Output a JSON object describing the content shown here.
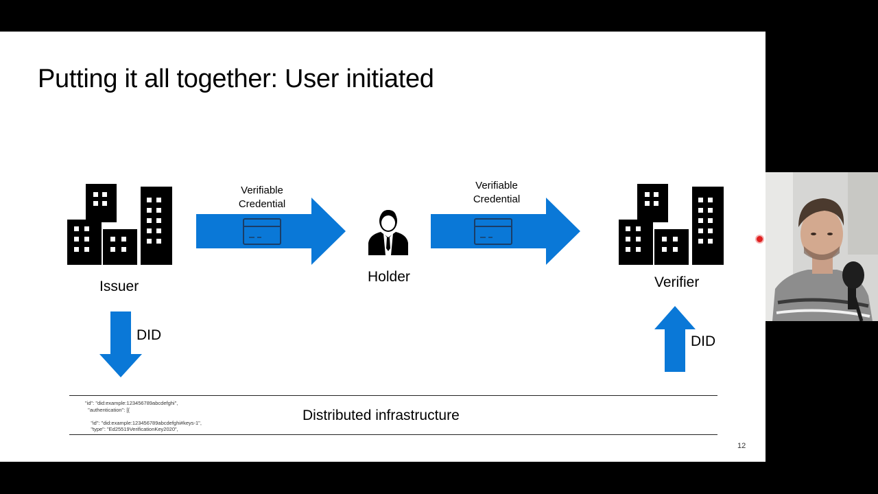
{
  "slide": {
    "title": "Putting it all together: User initiated",
    "issuer_label": "Issuer",
    "holder_label": "Holder",
    "verifier_label": "Verifier",
    "vc1_line1": "Verifiable",
    "vc1_line2": "Credential",
    "vc2_line1": "Verifiable",
    "vc2_line2": "Credential",
    "did_down_label": "DID",
    "did_up_label": "DID",
    "infra_label": "Distributed infrastructure",
    "page_number": "12",
    "code_lines": [
      "\"id\": \"did:example:123456789abcdefghi\",",
      "  \"authentication\": [{",
      "",
      "    \"id\": \"did:example:123456789abcdefghi#keys-1\",",
      "    \"type\": \"Ed25519VerificationKey2020\","
    ]
  },
  "colors": {
    "arrow_blue": "#0a78d7",
    "building": "#000000",
    "background": "#ffffff",
    "frame": "#000000"
  },
  "icons": [
    "building-icon",
    "person-icon",
    "credential-card-icon",
    "arrow-right-icon",
    "arrow-down-icon",
    "arrow-up-icon",
    "recording-indicator-icon"
  ]
}
